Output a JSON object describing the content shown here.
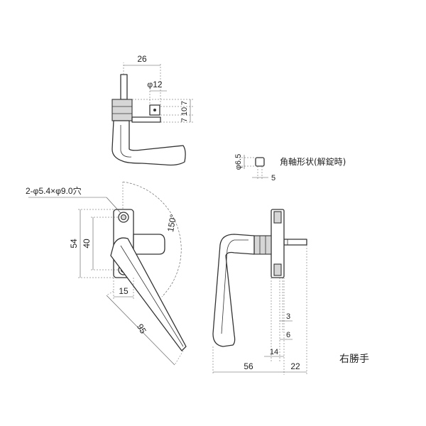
{
  "top_view": {
    "dim_width": "26",
    "dim_diameter": "φ12",
    "dim_7a": "7",
    "dim_10": "10",
    "dim_7b": "7"
  },
  "shaft_profile": {
    "dim_diameter": "φ6.5",
    "dim_width": "5",
    "caption": "角軸形状(解錠時)"
  },
  "front_view": {
    "hole_spec": "2-φ5.4×φ9.0穴",
    "dim_54": "54",
    "dim_40": "40",
    "dim_15": "15",
    "dim_95": "95",
    "dim_angle": "150°"
  },
  "side_view": {
    "dim_3": "3",
    "dim_6": "6",
    "dim_14": "14",
    "dim_56": "56",
    "dim_22": "22"
  },
  "hand_label": "右勝手",
  "colors": {
    "line": "#333333",
    "fill_grey": "#d6d6d6",
    "background": "#ffffff"
  }
}
